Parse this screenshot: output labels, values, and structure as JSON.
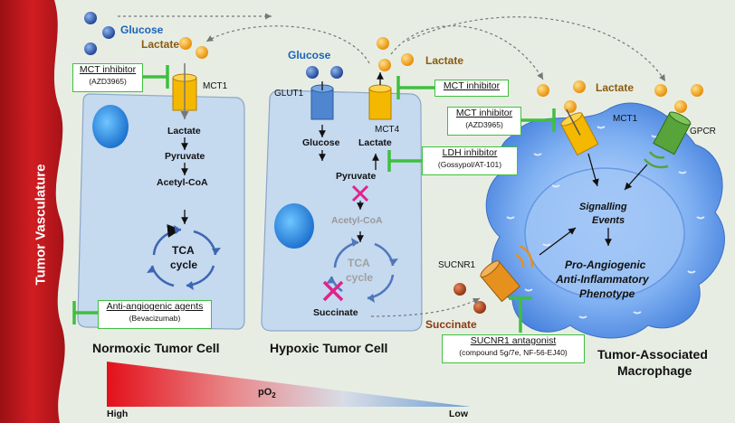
{
  "vasculature_label": "Tumor Vasculature",
  "metabolites": {
    "glucose_left": "Glucose",
    "glucose_mid": "Glucose",
    "lactate_left": "Lactate",
    "lactate_mid": "Lactate",
    "lactate_right": "Lactate",
    "succinate": "Succinate"
  },
  "transporters": {
    "mct1_left": "MCT1",
    "glut1": "GLUT1",
    "mct4": "MCT4",
    "mct1_right": "MCT1",
    "gpcr": "GPCR",
    "sucnr1": "SUCNR1"
  },
  "normoxic_pathway": [
    "Lactate",
    "Pyruvate",
    "Acetyl-CoA"
  ],
  "hypoxic_pathway": {
    "glucose": "Glucose",
    "lactate": "Lactate",
    "pyruvate": "Pyruvate",
    "acetylcoa": "Acetyl-CoA",
    "succinate": "Succinate"
  },
  "tca_left": {
    "line1": "TCA",
    "line2": "cycle"
  },
  "tca_mid": {
    "line1": "TCA",
    "line2": "cycle"
  },
  "inhibitors": {
    "mct_left": {
      "name": "MCT inhibitor",
      "drug": "(AZD3965)"
    },
    "mct4": {
      "name": "MCT inhibitor"
    },
    "ldh": {
      "name": "LDH inhibitor",
      "drug": "(Gossypol/AT-101)"
    },
    "mct_right": {
      "name": "MCT inhibitor",
      "drug": "(AZD3965)"
    },
    "angio": {
      "name": "Anti-angiogenic agents",
      "drug": "(Bevacizumab)"
    },
    "sucnr1": {
      "name": "SUCNR1 antagonist",
      "drug": "(compound 5g/7e, NF-56-EJ40)"
    }
  },
  "macrophage_text": {
    "signalling": "Signalling",
    "events": "Events",
    "pro": "Pro-Angiogenic",
    "anti": "Anti-Inflammatory",
    "phenotype": "Phenotype"
  },
  "cells": {
    "normoxic": "Normoxic Tumor Cell",
    "hypoxic": "Hypoxic Tumor Cell",
    "tam_line1": "Tumor-Associated",
    "tam_line2": "Macrophage"
  },
  "gradient": {
    "label_main": "pO",
    "label_sub": "2",
    "high": "High",
    "low": "Low"
  },
  "colors": {
    "vessel": "#c4161c",
    "cell_fill": "#c5d9ef",
    "inhibitor": "#3fbf3f",
    "macrophage": "#5b92e8",
    "mct": "#f5b800",
    "gpcr": "#58a33a",
    "sucnr1": "#e6901e"
  }
}
